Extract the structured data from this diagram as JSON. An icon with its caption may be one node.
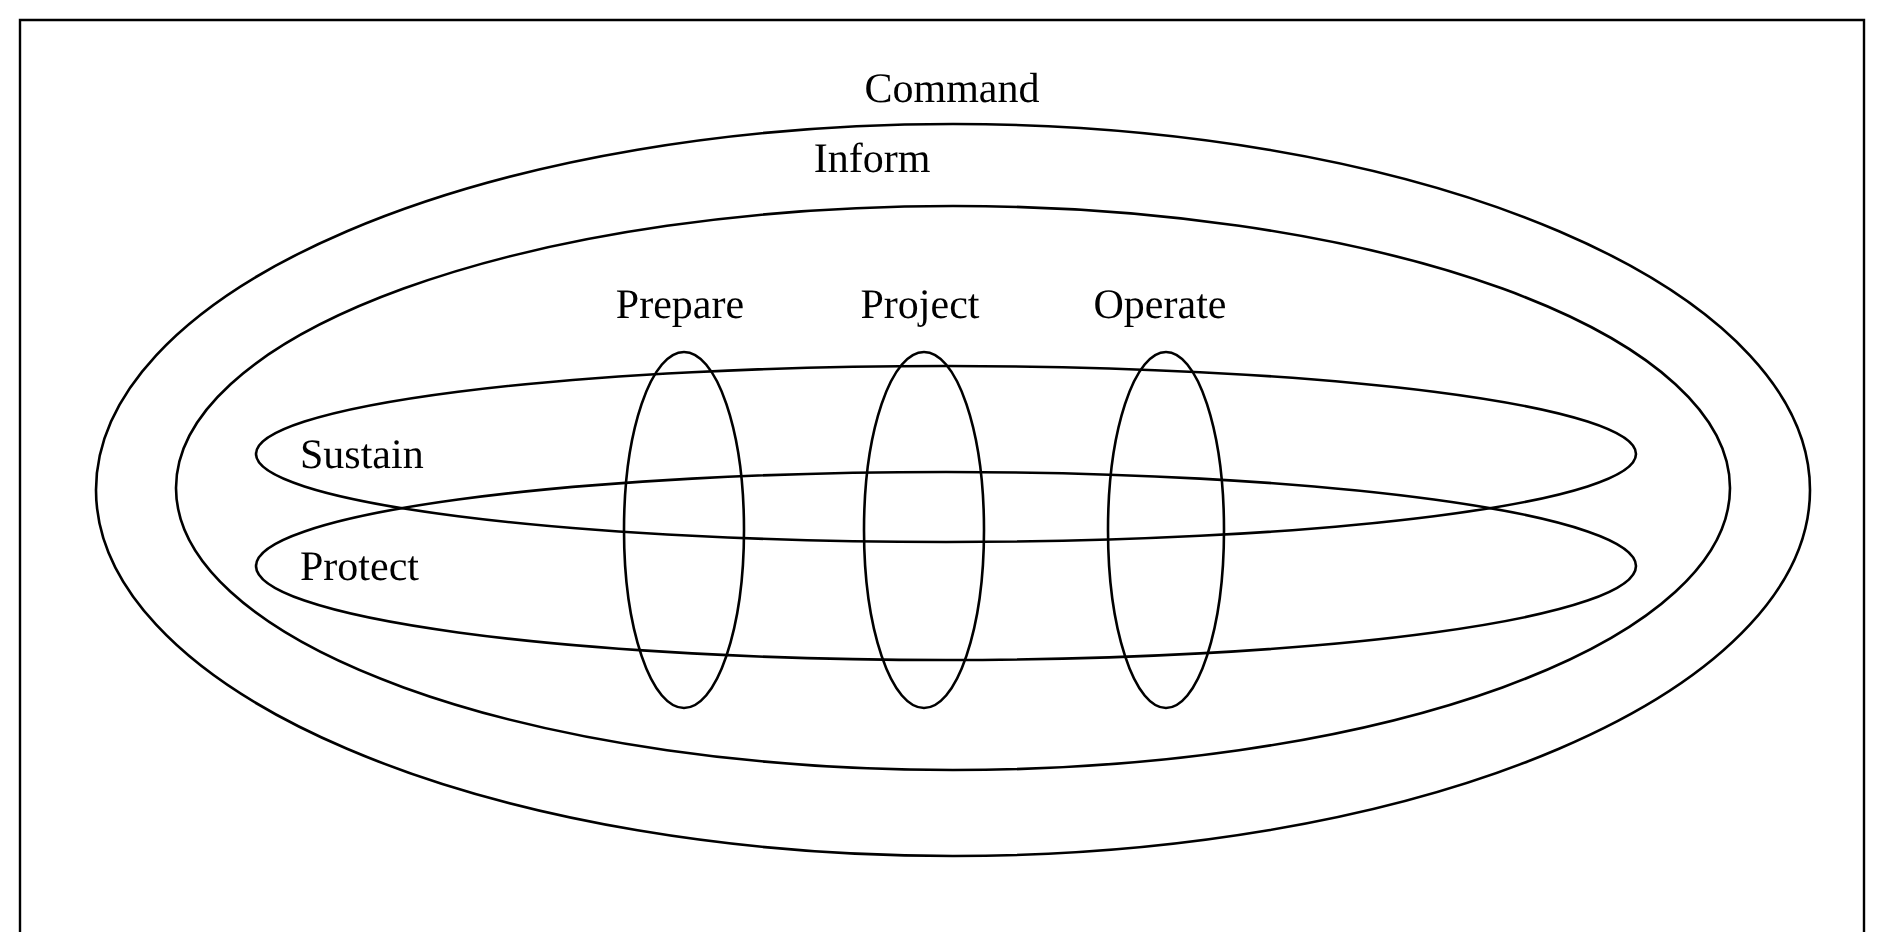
{
  "diagram": {
    "nodes": [
      {
        "text": [
          "Command"
        ]
      },
      {
        "text": [
          "Inform"
        ],
        "in": 0
      },
      {
        "text": [
          "Sustain"
        ],
        "in": 1
      },
      {
        "text": [
          "Protect"
        ],
        "in": 1
      },
      {
        "text": [
          "Prepare"
        ],
        "in": 1
      },
      {
        "text": [
          "Project"
        ],
        "in": 1
      },
      {
        "text": [
          "Operate"
        ],
        "in": 1
      }
    ]
  }
}
